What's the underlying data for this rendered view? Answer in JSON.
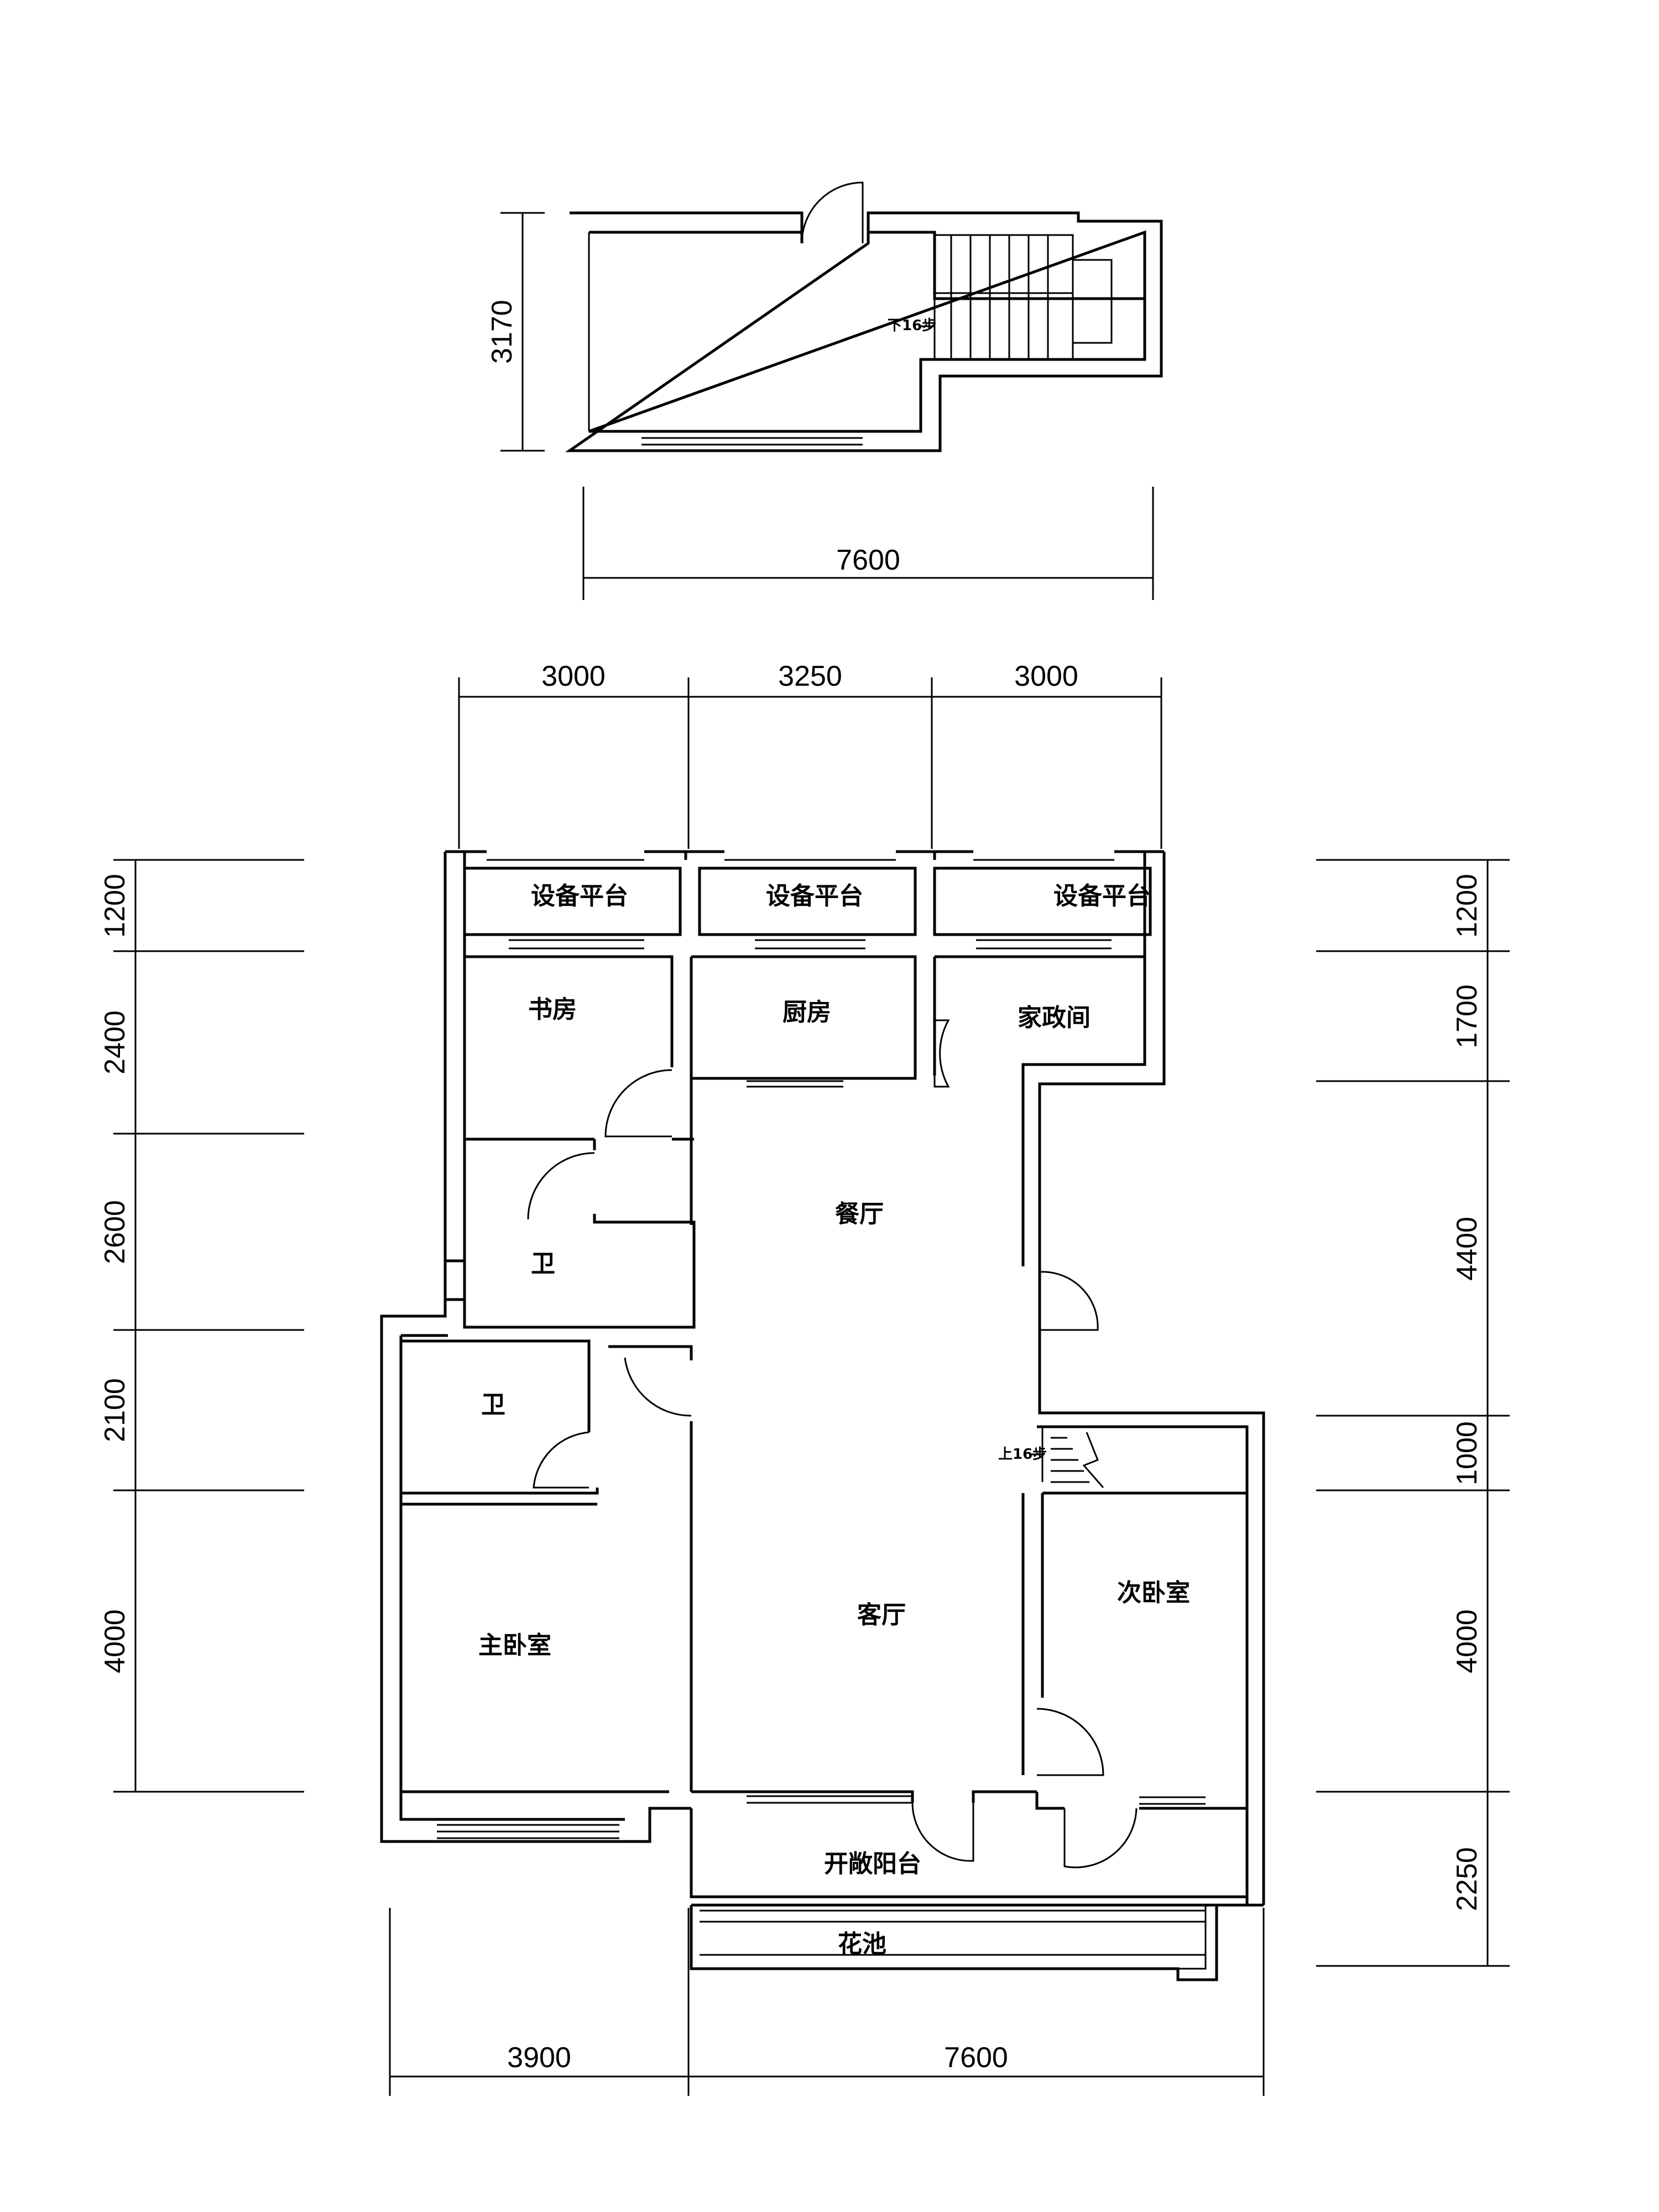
{
  "rooms": {
    "platform_1": "设备平台",
    "platform_2": "设备平台",
    "platform_3": "设备平台",
    "study": "书房",
    "kitchen": "厨房",
    "utility": "家政间",
    "dining": "餐厅",
    "bath_1": "卫",
    "bath_2": "卫",
    "living": "客厅",
    "master_bedroom": "主卧室",
    "second_bedroom": "次卧室",
    "open_balcony": "开敞阳台",
    "flower_bed": "花池"
  },
  "stair_notes": {
    "down": "下16步",
    "up": "上16步"
  },
  "dimensions": {
    "top_plan_height": "3170",
    "top_plan_width": "7600",
    "top_1": "3000",
    "top_2": "3250",
    "top_3": "3000",
    "left_1": "1200",
    "left_2": "2400",
    "left_3": "2600",
    "left_4": "2100",
    "left_5": "4000",
    "right_1": "1200",
    "right_2": "1700",
    "right_3": "4400",
    "right_4": "1000",
    "right_5": "4000",
    "right_6": "2250",
    "bottom_1": "3900",
    "bottom_2": "7600"
  }
}
